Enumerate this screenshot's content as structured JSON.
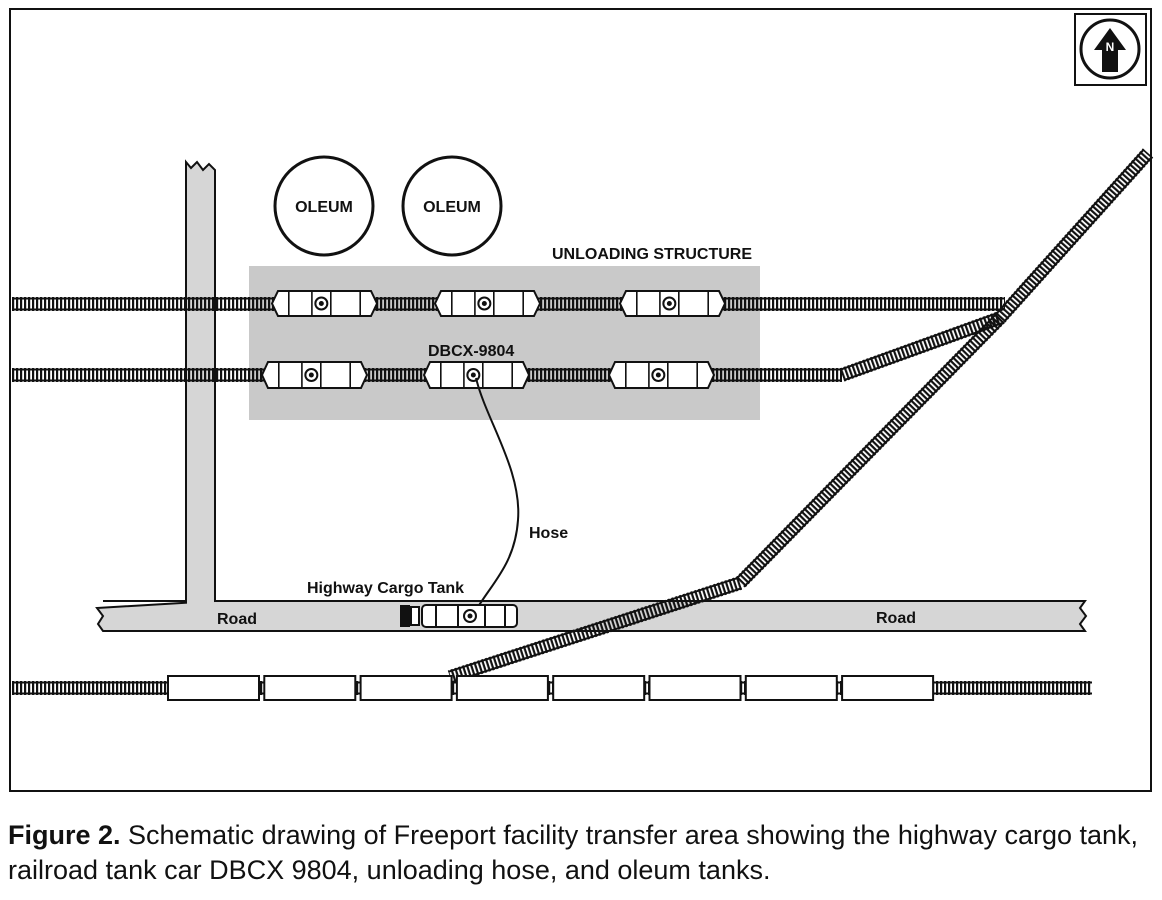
{
  "labels": {
    "oleum_1": "OLEUM",
    "oleum_2": "OLEUM",
    "unloading_structure": "UNLOADING STRUCTURE",
    "tank_car_id": "DBCX-9804",
    "hose": "Hose",
    "highway_cargo_tank": "Highway Cargo Tank",
    "road_left": "Road",
    "road_right": "Road",
    "north": "N"
  },
  "caption": {
    "figure_number": "Figure 2.",
    "text": " Schematic drawing of Freeport facility transfer area showing the highway cargo tank, railroad tank car DBCX 9804, unloading hose, and oleum tanks."
  },
  "colors": {
    "structure_fill": "#c9c9c9",
    "road_fill": "#d6d6d6",
    "line": "#111111"
  }
}
